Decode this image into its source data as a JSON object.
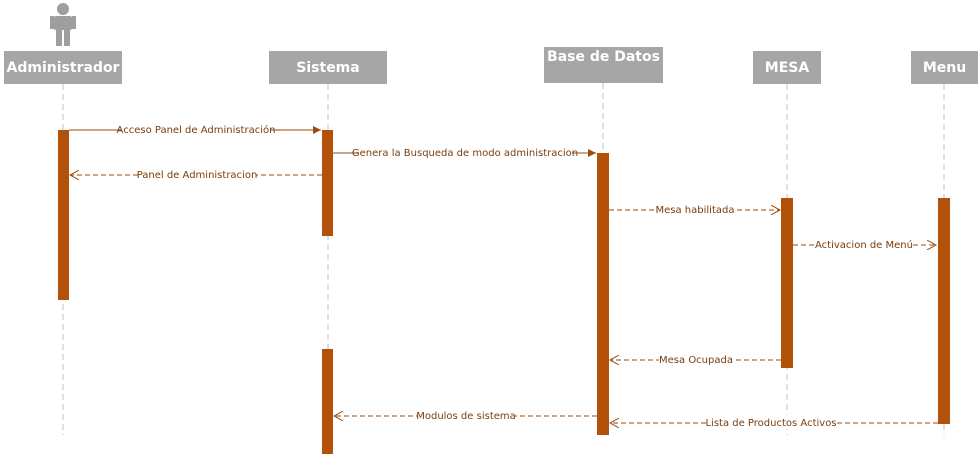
{
  "participants": [
    {
      "id": "admin",
      "label": "Administrador"
    },
    {
      "id": "sistema",
      "label": "Sistema"
    },
    {
      "id": "bd",
      "label": "Base de Datos"
    },
    {
      "id": "mesa",
      "label": "MESA"
    },
    {
      "id": "menu",
      "label": "Menu"
    }
  ],
  "messages": [
    {
      "label": "Acceso Panel de Administración",
      "from": "admin",
      "to": "sistema",
      "style": "solid"
    },
    {
      "label": "Genera la Busqueda de modo administracion",
      "from": "sistema",
      "to": "bd",
      "style": "solid"
    },
    {
      "label": "Panel de Administracion",
      "from": "sistema",
      "to": "admin",
      "style": "dashed"
    },
    {
      "label": "Mesa habilitada",
      "from": "bd",
      "to": "mesa",
      "style": "dashed"
    },
    {
      "label": "Activacion de Menú",
      "from": "mesa",
      "to": "menu",
      "style": "dashed"
    },
    {
      "label": "Mesa Ocupada",
      "from": "mesa",
      "to": "bd",
      "style": "dashed"
    },
    {
      "label": "Modulos de sistema",
      "from": "bd",
      "to": "sistema",
      "style": "dashed"
    },
    {
      "label": "Lista de Productos Activos",
      "from": "menu",
      "to": "bd",
      "style": "dashed"
    }
  ],
  "colors": {
    "activation": "#b3510b",
    "message": "#9c4a0f",
    "lifeline": "#bfbfbf",
    "actor_box": "#a6a6a6",
    "stick_figure": "#9e9e9e"
  }
}
